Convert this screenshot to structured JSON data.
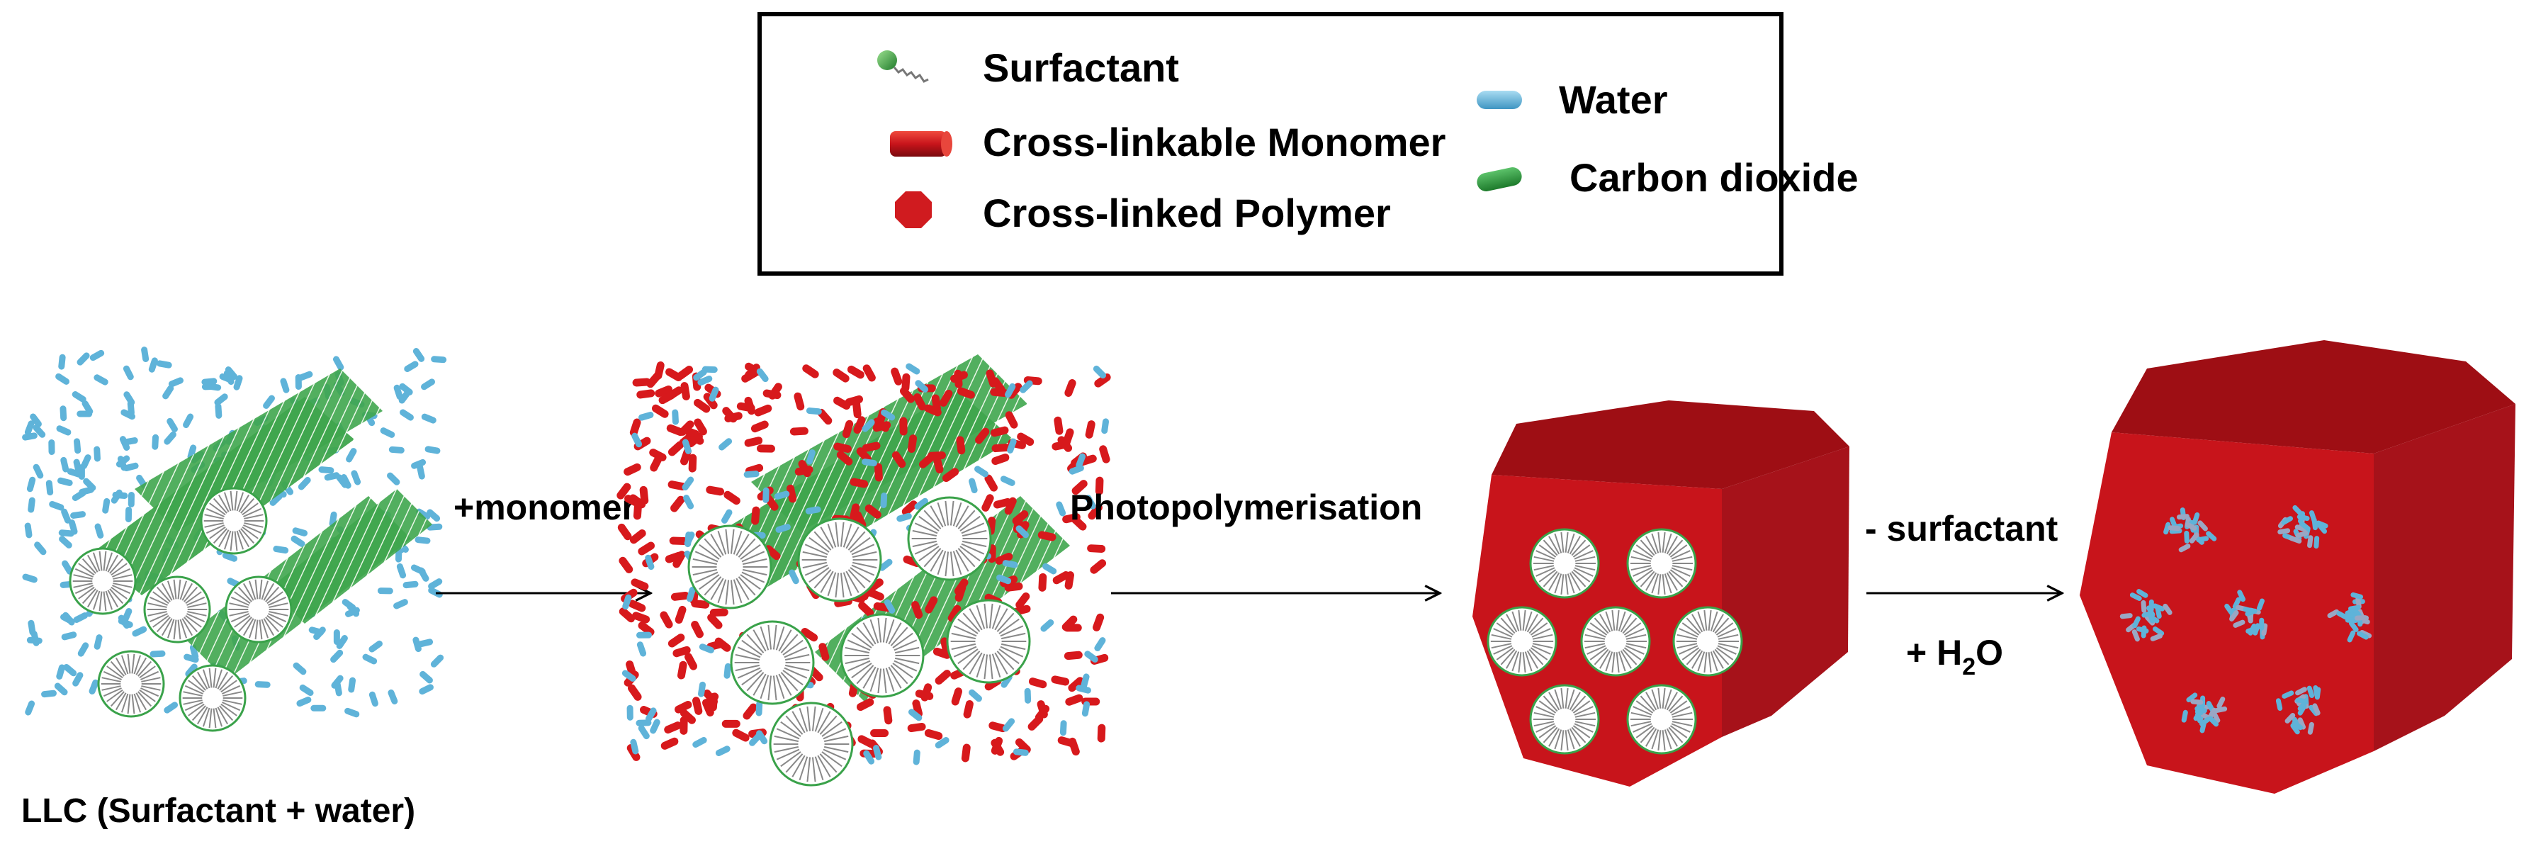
{
  "legend": {
    "items": [
      {
        "label": "Surfactant",
        "icon": "surfactant-icon"
      },
      {
        "label": "Cross-linkable Monomer",
        "icon": "monomer-icon"
      },
      {
        "label": "Cross-linked Polymer",
        "icon": "polymer-icon"
      },
      {
        "label": "Water",
        "icon": "water-icon"
      },
      {
        "label": "Carbon dioxide",
        "icon": "carbon-dioxide-icon"
      }
    ]
  },
  "steps": {
    "monomer": "+monomer",
    "photo": "Photopolymerisation",
    "surfactant_removal": "- surfactant",
    "water_prefix": "+ H",
    "water_sub": "2",
    "water_suffix": "O"
  },
  "caption": "LLC (Surfactant + water)",
  "colors": {
    "water": "#5fb3d9",
    "carbon_dioxide": "#2e9a3c",
    "monomer": "#d7191c",
    "polymer": "#c8141b",
    "polymer_dark": "#8d0d12",
    "polymer_side": "#a40f15",
    "outline": "#000000"
  }
}
